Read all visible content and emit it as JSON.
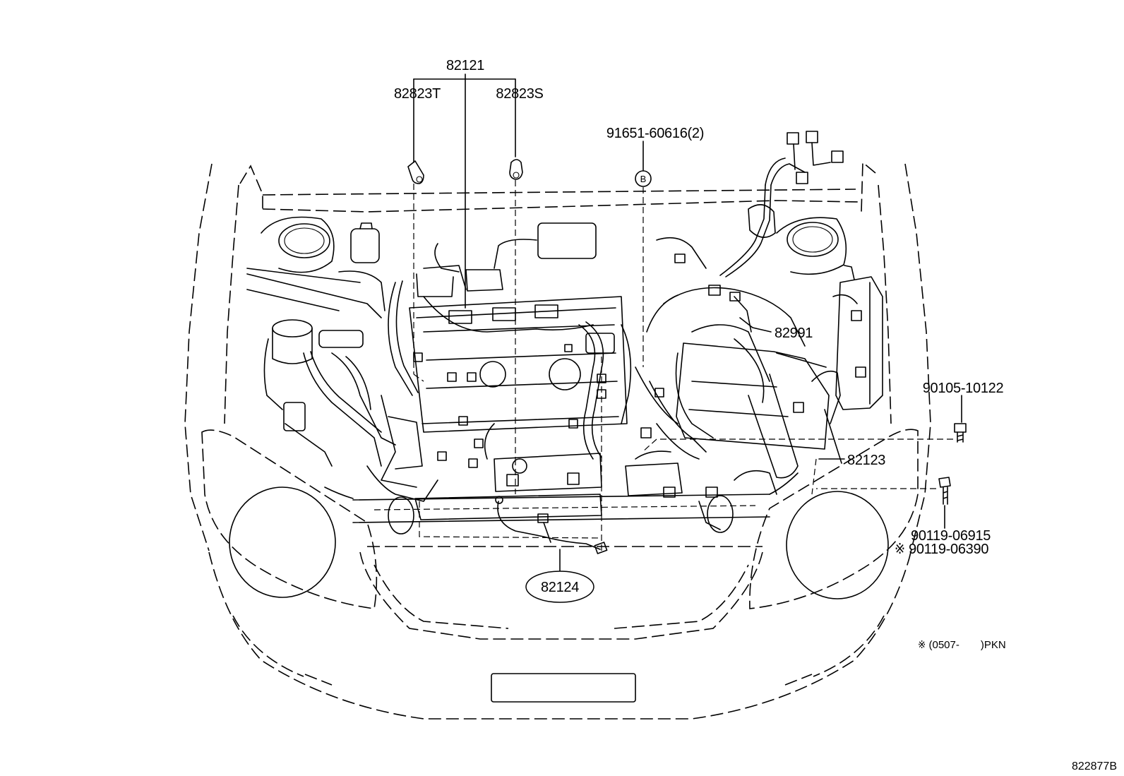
{
  "callouts": {
    "harness_main": "82121",
    "connector_t": "82823T",
    "connector_s": "82823S",
    "clip_bolt": "91651-60616(2)",
    "clip_marker": "B",
    "harness_82991": "82991",
    "bolt_90105": "90105-10122",
    "harness_82123": "82123",
    "bolt_90119_a": "90119-06915",
    "bolt_90119_b": "※ 90119-06390",
    "harness_82124": "82124"
  },
  "note": "※ (0507-　　)PKN",
  "figure_id": "822877B"
}
